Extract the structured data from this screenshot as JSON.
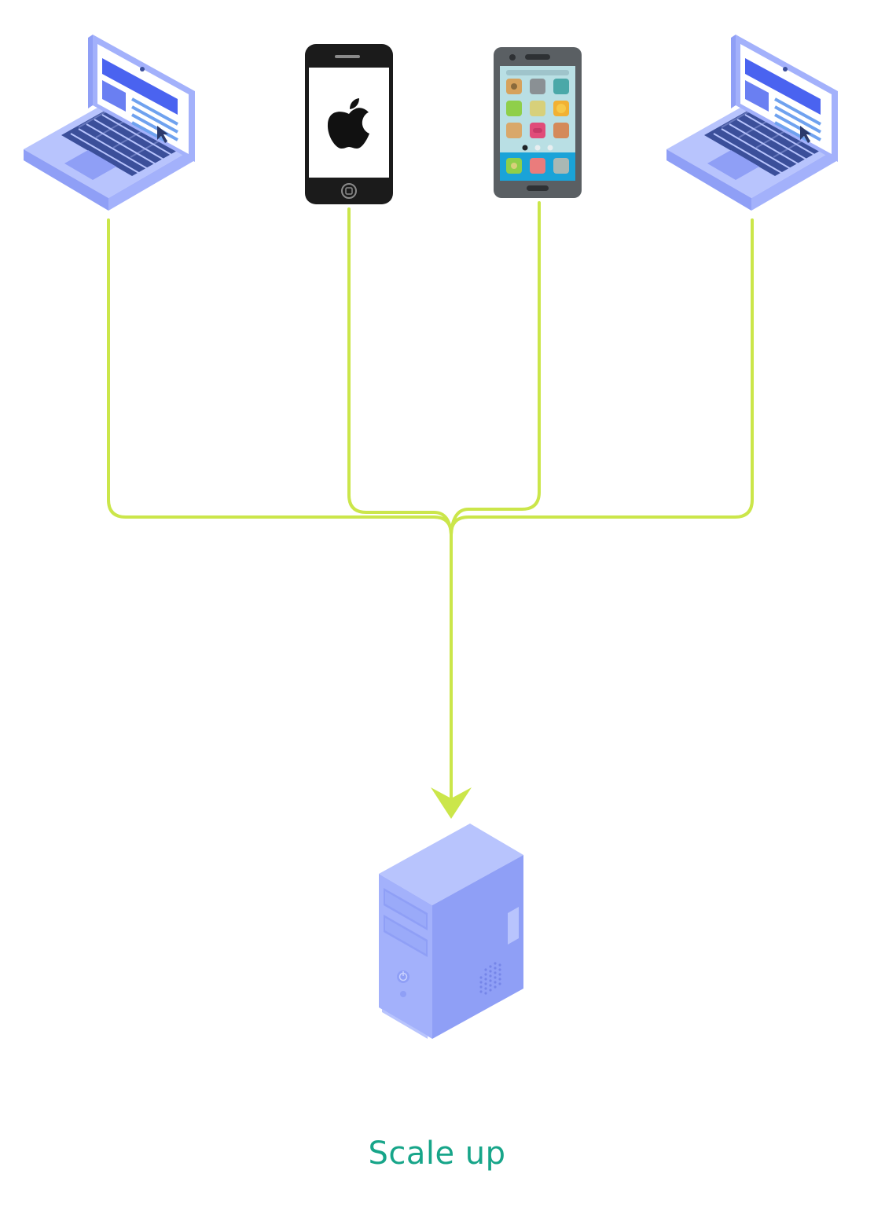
{
  "diagram": {
    "caption": "Scale up",
    "caption_color": "#17a589",
    "connector_color": "#cbe64a",
    "nodes": [
      {
        "id": "laptop-left",
        "kind": "laptop",
        "icon": "laptop-icon"
      },
      {
        "id": "iphone",
        "kind": "phone",
        "icon": "iphone-icon"
      },
      {
        "id": "android-phone",
        "kind": "phone",
        "icon": "android-phone-icon"
      },
      {
        "id": "laptop-right",
        "kind": "laptop",
        "icon": "laptop-icon"
      },
      {
        "id": "server",
        "kind": "server",
        "icon": "server-tower-icon"
      }
    ],
    "edges": [
      {
        "from": "laptop-left",
        "to": "server"
      },
      {
        "from": "iphone",
        "to": "server"
      },
      {
        "from": "android-phone",
        "to": "server"
      },
      {
        "from": "laptop-right",
        "to": "server"
      }
    ],
    "colors": {
      "device_body": "#a3b1fb",
      "device_body_light": "#b8c4fd",
      "device_body_dark": "#8f9ff6",
      "screen_accent": "#4a63f0",
      "keyboard": "#3b4f9a",
      "iphone_body": "#1b1b1b",
      "android_body": "#5a5f63",
      "android_screen": "#b9dfe4"
    }
  }
}
